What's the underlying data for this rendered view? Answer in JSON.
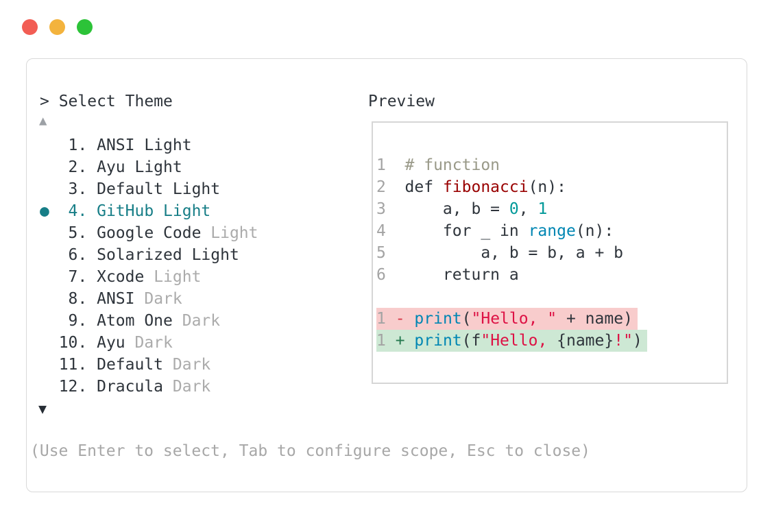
{
  "window": {
    "traffic_lights": [
      {
        "name": "close-light",
        "color": "#f25d54"
      },
      {
        "name": "minimize-light",
        "color": "#f3b33d"
      },
      {
        "name": "zoom-light",
        "color": "#2cc338"
      }
    ]
  },
  "panel": {
    "header": "> Select Theme",
    "scroll_up_icon": "▲",
    "scroll_down_icon": "▼",
    "bullet_icon": "●",
    "footer_hint": "(Use Enter to select, Tab to configure scope, Esc to close)",
    "theme_list": {
      "items": [
        {
          "num": " 1.",
          "main": "ANSI Light",
          "muted": "",
          "selected": false
        },
        {
          "num": " 2.",
          "main": "Ayu Light",
          "muted": "",
          "selected": false
        },
        {
          "num": " 3.",
          "main": "Default Light",
          "muted": "",
          "selected": false
        },
        {
          "num": " 4.",
          "main": "GitHub Light",
          "muted": "",
          "selected": true
        },
        {
          "num": " 5.",
          "main": "Google Code ",
          "muted": "Light",
          "selected": false
        },
        {
          "num": " 6.",
          "main": "Solarized Light",
          "muted": "",
          "selected": false
        },
        {
          "num": " 7.",
          "main": "Xcode ",
          "muted": "Light",
          "selected": false
        },
        {
          "num": " 8.",
          "main": "ANSI ",
          "muted": "Dark",
          "selected": false
        },
        {
          "num": " 9.",
          "main": "Atom One ",
          "muted": "Dark",
          "selected": false
        },
        {
          "num": "10.",
          "main": "Ayu ",
          "muted": "Dark",
          "selected": false
        },
        {
          "num": "11.",
          "main": "Default ",
          "muted": "Dark",
          "selected": false
        },
        {
          "num": "12.",
          "main": "Dracula ",
          "muted": "Dark",
          "selected": false
        }
      ]
    }
  },
  "preview": {
    "title": "Preview",
    "rows": [
      {
        "bg": null,
        "segs": [
          {
            "t": "1  ",
            "c": "ln"
          },
          {
            "t": "# function",
            "c": "comment"
          }
        ]
      },
      {
        "bg": null,
        "segs": [
          {
            "t": "2  ",
            "c": "ln"
          },
          {
            "t": "def ",
            "c": "text"
          },
          {
            "t": "fibonacci",
            "c": "function"
          },
          {
            "t": "(n):",
            "c": "text"
          }
        ]
      },
      {
        "bg": null,
        "segs": [
          {
            "t": "3  ",
            "c": "ln"
          },
          {
            "t": "    a, b = ",
            "c": "text"
          },
          {
            "t": "0",
            "c": "number"
          },
          {
            "t": ", ",
            "c": "text"
          },
          {
            "t": "1",
            "c": "number"
          }
        ]
      },
      {
        "bg": null,
        "segs": [
          {
            "t": "4  ",
            "c": "ln"
          },
          {
            "t": "    for _ in ",
            "c": "text"
          },
          {
            "t": "range",
            "c": "builtin"
          },
          {
            "t": "(n):",
            "c": "text"
          }
        ]
      },
      {
        "bg": null,
        "segs": [
          {
            "t": "5  ",
            "c": "ln"
          },
          {
            "t": "        a, b = b, a + b",
            "c": "text"
          }
        ]
      },
      {
        "bg": null,
        "segs": [
          {
            "t": "6  ",
            "c": "ln"
          },
          {
            "t": "    return a",
            "c": "text"
          }
        ]
      },
      {
        "bg": null,
        "segs": []
      },
      {
        "bg": "del",
        "segs": [
          {
            "t": "1 ",
            "c": "ln"
          },
          {
            "t": "- ",
            "c": "sign_del"
          },
          {
            "t": "print",
            "c": "builtin"
          },
          {
            "t": "(",
            "c": "text"
          },
          {
            "t": "\"Hello, \"",
            "c": "string"
          },
          {
            "t": " + name)",
            "c": "text"
          }
        ]
      },
      {
        "bg": "add",
        "segs": [
          {
            "t": "1 ",
            "c": "ln"
          },
          {
            "t": "+ ",
            "c": "sign_add"
          },
          {
            "t": "print",
            "c": "builtin"
          },
          {
            "t": "(f",
            "c": "text"
          },
          {
            "t": "\"Hello, ",
            "c": "string"
          },
          {
            "t": "{name}",
            "c": "text"
          },
          {
            "t": "!\"",
            "c": "string"
          },
          {
            "t": ")",
            "c": "text"
          }
        ]
      }
    ]
  },
  "colors": {
    "text": "#2e343b",
    "muted": "#ababab",
    "selected": "#177e87",
    "scroll_up": "#9da1a6",
    "scroll_down": "#272d35",
    "footer": "#a7a7a7",
    "panel_border": "#d9d9d9",
    "preview_border": "#d6d6d6",
    "syntax": {
      "ln": "#a3a3a3",
      "comment": "#999988",
      "function": "#990000",
      "number": "#009999",
      "builtin": "#0086b3",
      "string": "#dd1144",
      "text": "#2e343b",
      "sign_del": "#d73a49",
      "sign_add": "#25794f"
    },
    "diff_bg": {
      "del": "#f8cccc",
      "add": "#cde8d4"
    }
  }
}
